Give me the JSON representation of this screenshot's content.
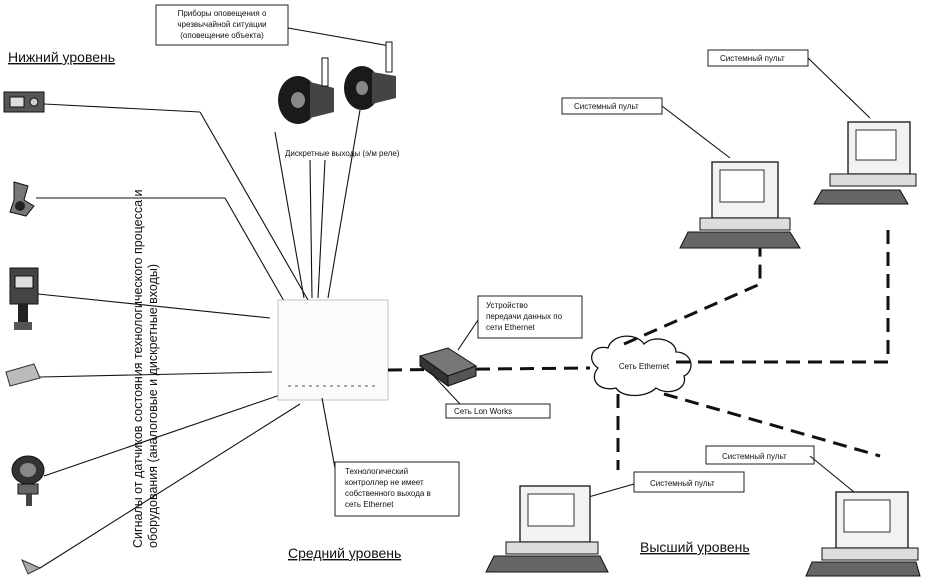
{
  "levels": {
    "lower": "Нижний уровень",
    "middle": "Средний уровень",
    "upper": "Высший уровень"
  },
  "sensors_caption": {
    "line1": "Сигналы от датчиков состояния технологического процесса и",
    "line2": "оборудования (аналоговые и дискретные входы)"
  },
  "alarm_devices": {
    "line1": "Приборы оповещения о",
    "line2": "чрезвычайной ситуации",
    "line3": "(оповещение объекта)"
  },
  "discrete_outputs": "Дискретные выходы (э/м реле)",
  "ethernet_device": {
    "line1": "Устройство",
    "line2": "передачи данных по",
    "line3": "сети Ethernet"
  },
  "lonworks": "Сеть Lon Works",
  "controller_note": {
    "line1": "Технологический",
    "line2": "контроллер не имеет",
    "line3": "собственного выхода в",
    "line4": "сеть Ethernet"
  },
  "ethernet_cloud": "Сеть Ethernet",
  "consoles": {
    "c1": "Системный пульт",
    "c2": "Системный пульт",
    "c3": "Системный пульт",
    "c4": "Системный пульт"
  }
}
